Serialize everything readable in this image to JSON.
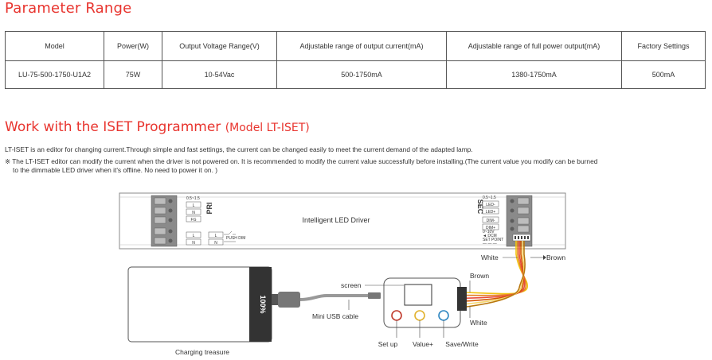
{
  "parameter_section": {
    "title": "Parameter Range",
    "headers": [
      "Model",
      "Power(W)",
      "Output Voltage Range(V)",
      "Adjustable range of output current(mA)",
      "Adjustable range of full power output(mA)",
      "Factory Settings"
    ],
    "row": [
      "LU-75-500-1750-U1A2",
      "75W",
      "10-54Vac",
      "500-1750mA",
      "1380-1750mA",
      "500mA"
    ]
  },
  "iset_section": {
    "title": "Work with the ISET Programmer",
    "title_model": "(Model LT-ISET)",
    "intro": "LT-ISET is an editor for changing current.Through simple and fast settings, the current can be changed easily to meet the current demand of the adapted lamp.",
    "note_line1": "※  The LT-ISET editor can modify the current when the driver is not powered on. It is recommended to modify the current value successfully before installing.(The current value you modify can be burned",
    "note_line2": "to the dimmable LED driver when it's offline. No need to power it on. )"
  },
  "diagram": {
    "driver_label": "Intelligent LED Driver",
    "pri_label": "PRI",
    "sec_label": "SEC",
    "pri_terminals": [
      "L",
      "N",
      "FG"
    ],
    "pri_range": "0.5~1.5",
    "pri_terminals_lower": [
      "L",
      "N"
    ],
    "pri_switch_labels": [
      "L",
      "N"
    ],
    "push_dim": "PUSH DIM",
    "sec_range": "0.5~1.5",
    "sec_terminals": [
      "LED-",
      "LED+",
      "DIM-",
      "DIM+"
    ],
    "sec_small": [
      "0~10V",
      "◄ DCM",
      "SET POINT",
      "— — —"
    ],
    "white_top": "White",
    "brown_top": "Brown",
    "screen": "screen",
    "brown_side": "Brown",
    "white_side": "White",
    "usb_cable": "Mini USB cable",
    "charging_treasure": "Charging treasure",
    "battery_text": "100%",
    "buttons": [
      "Set up",
      "Value+",
      "Save/Write"
    ],
    "button_colors": [
      "#c0392b",
      "#e1b12c",
      "#2e86c1"
    ],
    "wire_colors": [
      "#f1c40f",
      "#e67e22",
      "#e74c3c",
      "#d35400",
      "#f5d76e",
      "#b9770e"
    ]
  }
}
